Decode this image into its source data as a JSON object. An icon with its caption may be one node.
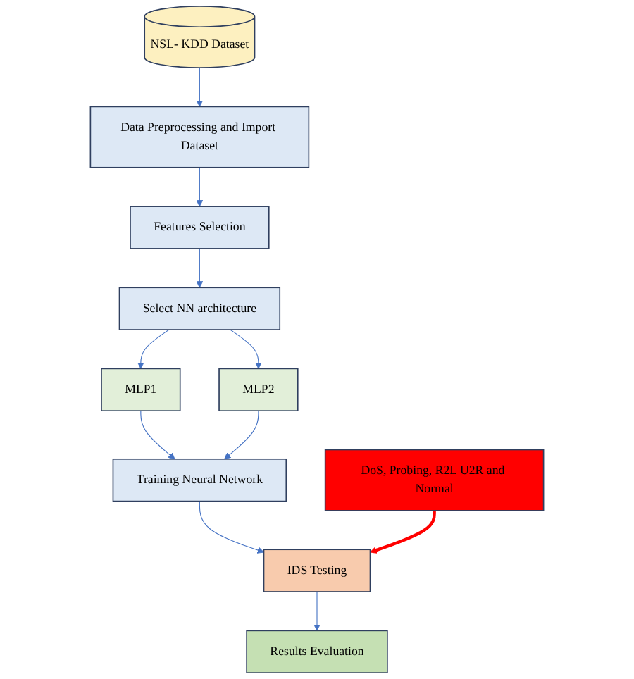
{
  "diagram": {
    "nodes": [
      {
        "text": [
          "NSL- KDD Dataset"
        ]
      },
      {
        "text": [
          "Data Preprocessing and Import Dataset"
        ]
      },
      {
        "text": [
          "Features Selection"
        ]
      },
      {
        "text": [
          "Select NN architecture"
        ]
      },
      {
        "text": [
          "MLP1"
        ]
      },
      {
        "text": [
          "MLP2"
        ]
      },
      {
        "text": [
          "Training  Neural Network"
        ]
      },
      {
        "text": [
          "IDS Testing"
        ]
      },
      {
        "text": [
          "Results Evaluation"
        ]
      },
      {
        "text": [
          "DoS, Probing, R2L U2R and Normal"
        ]
      }
    ],
    "edges": [
      {
        "from": 0,
        "to": 1,
        "arrow": "to"
      },
      {
        "from": 1,
        "to": 2,
        "arrow": "to"
      },
      {
        "from": 2,
        "to": 3,
        "arrow": "to"
      },
      {
        "from": 3,
        "to": 4,
        "arrow": "to"
      },
      {
        "from": 3,
        "to": 5,
        "arrow": "to"
      },
      {
        "from": 4,
        "to": 6,
        "arrow": "to"
      },
      {
        "from": 5,
        "to": 6,
        "arrow": "to"
      },
      {
        "from": 6,
        "to": 7,
        "arrow": "to"
      },
      {
        "from": 7,
        "to": 8,
        "arrow": "to"
      },
      {
        "from": 9,
        "to": 7,
        "arrow": "to",
        "style": "thick",
        "color": "#ff0000"
      }
    ]
  }
}
